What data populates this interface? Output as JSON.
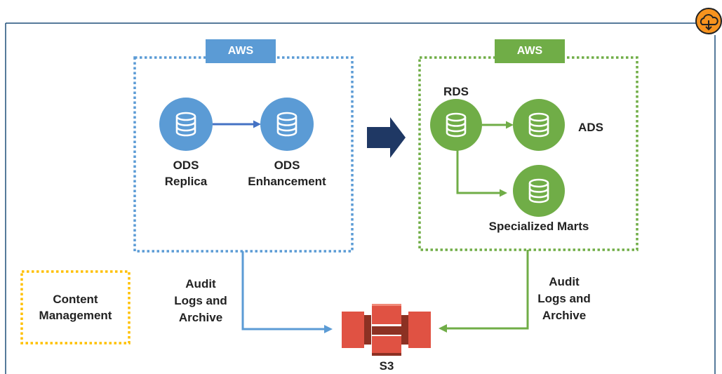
{
  "colors": {
    "blue": "#5b9bd5",
    "blue_dark": "#4472c4",
    "green": "#70ad47",
    "navy": "#1f3864",
    "gold": "#ffc000",
    "s3_orange": "#e05243",
    "s3_dark": "#8c3123",
    "badge_orange": "#f7931e"
  },
  "left_region": {
    "tab_label": "AWS",
    "style": "dotted-blue"
  },
  "right_region": {
    "tab_label": "AWS",
    "style": "dotted-green"
  },
  "nodes": {
    "ods_replica": {
      "label_line1": "ODS",
      "label_line2": "Replica",
      "icon": "database-icon"
    },
    "ods_enhancement": {
      "label_line1": "ODS",
      "label_line2": "Enhancement",
      "icon": "database-icon"
    },
    "rds": {
      "label": "RDS",
      "icon": "database-icon"
    },
    "ads": {
      "label": "ADS",
      "icon": "database-icon"
    },
    "specialized_marts": {
      "label": "Specialized Marts",
      "icon": "database-icon"
    },
    "s3": {
      "label": "S3",
      "icon": "aws-s3-icon"
    }
  },
  "content_management": {
    "line1": "Content",
    "line2": "Management"
  },
  "audit_left": {
    "line1": "Audit",
    "line2": "Logs and",
    "line3": "Archive"
  },
  "audit_right": {
    "line1": "Audit",
    "line2": "Logs and",
    "line3": "Archive"
  },
  "badge": {
    "icon": "cloud-download-icon"
  }
}
